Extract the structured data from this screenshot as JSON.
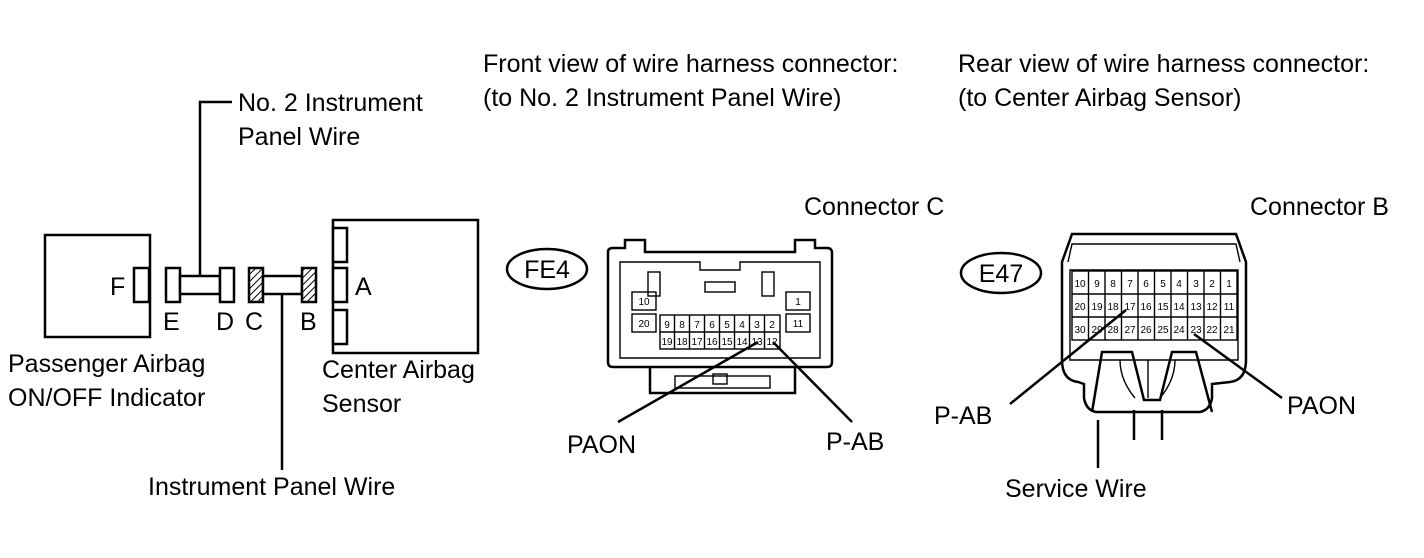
{
  "headings": {
    "front_view_line1": "Front view of wire harness connector:",
    "front_view_line2": "(to No. 2 Instrument Panel Wire)",
    "rear_view_line1": "Rear view of wire harness connector:",
    "rear_view_line2": "(to Center Airbag Sensor)"
  },
  "wiring": {
    "no2_wire_line1": "No. 2 Instrument",
    "no2_wire_line2": "Panel Wire",
    "instrument_panel_wire": "Instrument Panel Wire",
    "indicator_line1": "Passenger Airbag",
    "indicator_line2": "ON/OFF Indicator",
    "sensor_line1": "Center Airbag",
    "sensor_line2": "Sensor",
    "letters": {
      "f": "F",
      "e": "E",
      "d": "D",
      "c": "C",
      "b": "B",
      "a": "A"
    }
  },
  "connector_c": {
    "title": "Connector C",
    "code": "FE4",
    "pins_top_row": [
      "9",
      "8",
      "7",
      "6",
      "5",
      "4",
      "3",
      "2"
    ],
    "pins_bottom_row": [
      "19",
      "18",
      "17",
      "16",
      "15",
      "14",
      "13",
      "12"
    ],
    "left_pins": [
      "10",
      "20"
    ],
    "right_pins": [
      "1",
      "11"
    ],
    "callout_left": "PAON",
    "callout_right": "P-AB"
  },
  "connector_b": {
    "title": "Connector B",
    "code": "E47",
    "row1": [
      "10",
      "9",
      "8",
      "7",
      "6",
      "5",
      "4",
      "3",
      "2",
      "1"
    ],
    "row2": [
      "20",
      "19",
      "18",
      "17",
      "16",
      "15",
      "14",
      "13",
      "12",
      "11"
    ],
    "row3": [
      "30",
      "29",
      "28",
      "27",
      "26",
      "25",
      "24",
      "23",
      "22",
      "21"
    ],
    "callout_left": "P-AB",
    "callout_right": "PAON",
    "service_wire": "Service Wire"
  }
}
